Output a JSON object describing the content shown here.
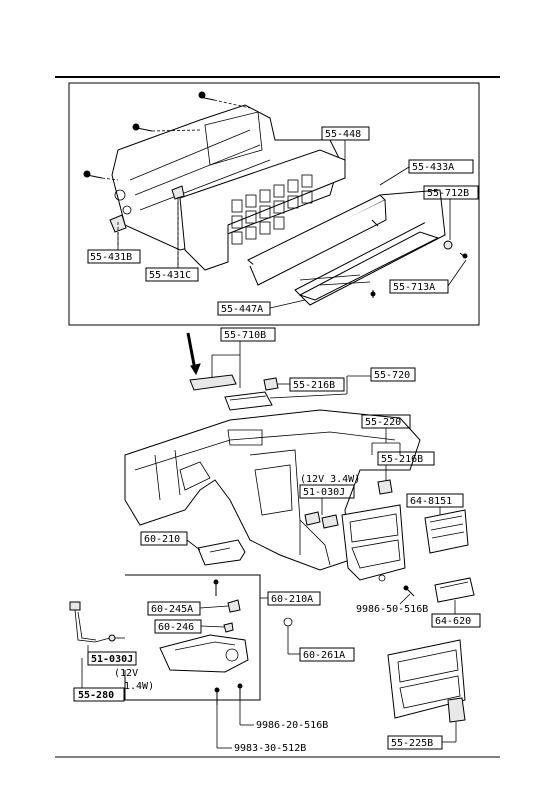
{
  "callouts": {
    "c_55_448": "55-448",
    "c_55_433A": "55-433A",
    "c_55_712B": "55-712B",
    "c_55_431B": "55-431B",
    "c_55_431C": "55-431C",
    "c_55_713A": "55-713A",
    "c_55_447A": "55-447A",
    "c_55_710B": "55-710B",
    "c_55_720": "55-720",
    "c_55_216B_a": "55-216B",
    "c_55_220": "55-220",
    "c_55_216B_b": "55-216B",
    "c_12v_34w": "12V 3.4W",
    "c_51_030J_a": "51-030J",
    "c_64_8151": "64-8151",
    "c_60_210": "60-210",
    "c_60_210A": "60-210A",
    "c_60_245A": "60-245A",
    "c_60_246": "60-246",
    "c_60_261A": "60-261A",
    "c_9986_50_516B": "9986-50-516B",
    "c_64_620": "64-620",
    "c_51_030J_b": "51-030J",
    "c_12v": "12V",
    "c_14w": "1.4W",
    "c_55_280": "55-280",
    "c_9986_20_516B": "9986-20-516B",
    "c_9983_30_512B": "9983-30-512B",
    "c_55_225B": "55-225B"
  }
}
